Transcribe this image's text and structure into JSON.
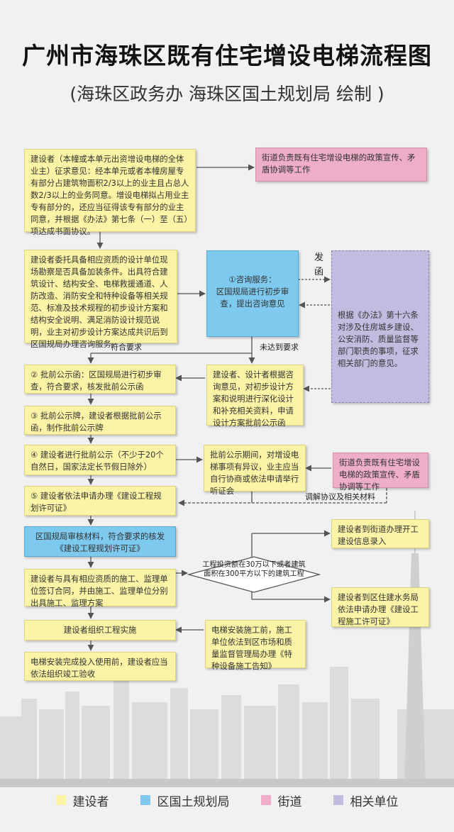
{
  "header": {
    "title": "广州市海珠区既有住宅增设电梯流程图",
    "subtitle": "(海珠区政务办 海珠区国土规划局 绘制 )"
  },
  "boxes": {
    "step1": "建设者（本幢或本单元出资增设电梯的全体业主）征求意见：经本单元或者本幢房屋专有部分占建筑物面积2/3以上的业主且占总人数2/3以上的业务同意。增设电梯拟占用业主专有部分的，还应当征得该专有部分的业主同意，并根据《办法》第七条（一）至（五）项达成书面协议。",
    "street1": "街道负责既有住宅增设电梯的政策宣传、矛盾协调等工作",
    "step2": "建设者委托具备相应资质的设计单位现场勘察是否具备加装条件。出具符合建筑设计、结构安全、电梯救援通道、人防改造、消防安全和特种设备等相关规范、标准及技术规程的初步设计方案和结构安全说明、满足消防设计规范说明，业主对初步设计方案达成共识后到区国规局办理咨询服务。",
    "consult": "①咨询服务：\n区国规局进行初步审查，提出咨询意见",
    "related": "根据《办法》第十六条对涉及住房城乡建设、公安消防、质量监督等部门职责的事项，征求相关部门的意见。",
    "step_approve": "② 批前公示函：区国规局进行初步审查，符合要求，核发批前公示函",
    "revise": "建设者、设计者根据咨询意见，对初步设计方案和说明进行深化设计和补充相关资料，申请设计方案批前公示函",
    "step_board": "③ 批前公示牌，建设者根据批前公示函，制作批前公示牌",
    "step_publicity": "④ 建设者进行批前公示（不少于20个自然日，国家法定长节假日除外）",
    "objection": "批前公示期间，对增设电梯事项有异议，业主应当自行协商或依法申请举行听证会",
    "street2": "街道负责既有住宅增设电梯的政策宣传、矛盾协调等工作",
    "step_permit_apply": "⑤ 建设者依法申请办理《建设工程规划许可证》",
    "permit_issue": "区国规局审核材料，符合要求的核发《建设工程规划许可证》",
    "contract": "建设者与具有相应资质的施工、监理单位签订合同，并由施工、监理单位分别出具施工、监理方案",
    "decision": "工程投资额在30万以下或者建筑面积在300平方以下的建筑工程",
    "small_project": "建设者到街道办理开工建设信息录入",
    "large_project": "建设者到区住建水务局依法申请办理《建设工程施工许可证》",
    "construction": "建设者组织工程实施",
    "elevator_notice": "电梯安装施工前，施工单位依法到区市场和质量监督管理局办理《特种设备施工告知》",
    "acceptance": "电梯安装完成投入使用前，建设者应当依法组织竣工验收"
  },
  "labels": {
    "send_char1": "发",
    "send_char2": "函",
    "meets": "符合要求",
    "not_meets": "未达到要求",
    "mediation": "调解协议及相关材料"
  },
  "legend": [
    {
      "label": "建设者",
      "color": "#fbf4a6"
    },
    {
      "label": "区国土规划局",
      "color": "#7ec9ee"
    },
    {
      "label": "街道",
      "color": "#eeaec8"
    },
    {
      "label": "相关单位",
      "color": "#c4bbe0"
    }
  ]
}
